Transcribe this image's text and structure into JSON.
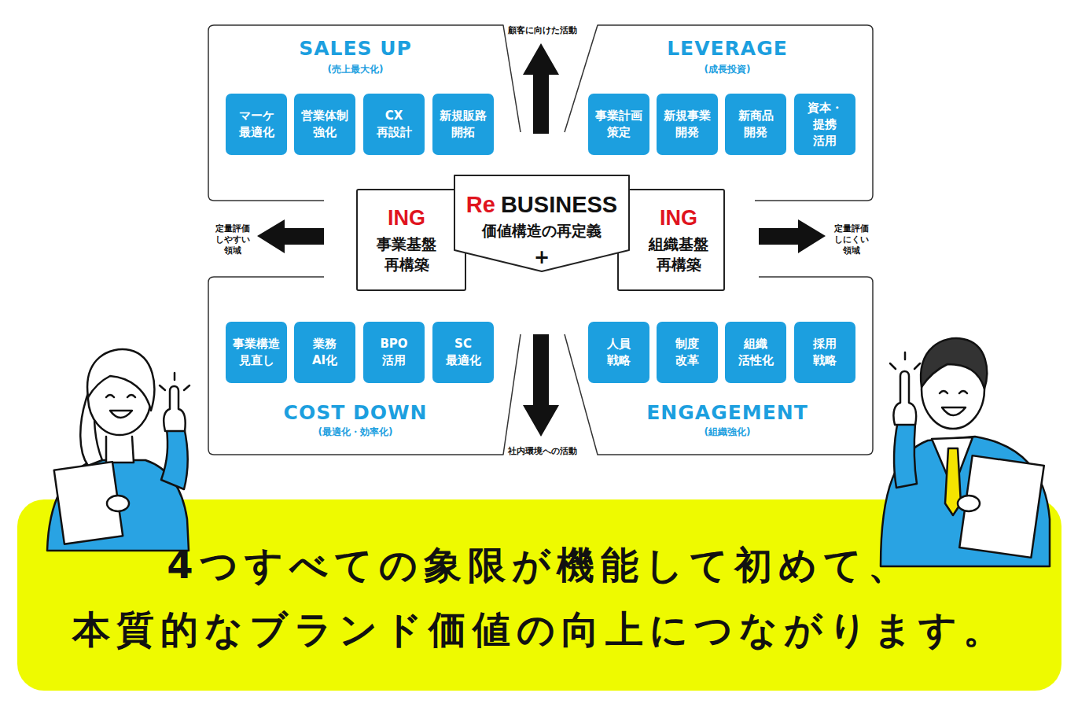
{
  "diagram": {
    "nodes": [
      {
        "text": [
          "SALES UP",
          "(売上最大化)"
        ]
      },
      {
        "text": [
          "マーケ 最適化"
        ],
        "in": 0
      },
      {
        "text": [
          "営業体制 強化"
        ],
        "in": 0
      },
      {
        "text": [
          "CX 再設計"
        ],
        "in": 0
      },
      {
        "text": [
          "新規販路 開拓"
        ],
        "in": 0
      },
      {
        "text": [
          "LEVERAGE",
          "(成長投資)"
        ]
      },
      {
        "text": [
          "事業計画 策定"
        ],
        "in": 5
      },
      {
        "text": [
          "新規事業 開発"
        ],
        "in": 5
      },
      {
        "text": [
          "新商品 開発"
        ],
        "in": 5
      },
      {
        "text": [
          "資本・提携 活用"
        ],
        "in": 5
      },
      {
        "text": [
          "ING",
          "事業基盤 再構築"
        ]
      },
      {
        "text": [
          "Re",
          "BUSINESS",
          "価値構造の再定義",
          "+"
        ]
      },
      {
        "text": [
          "ING",
          "組織基盤 再構築"
        ]
      },
      {
        "text": [
          "COST DOWN",
          "(最適化・効率化)"
        ]
      },
      {
        "text": [
          "事業構造 見直し"
        ],
        "in": 13
      },
      {
        "text": [
          "業務 AI化"
        ],
        "in": 13
      },
      {
        "text": [
          "BPO 活用"
        ],
        "in": 13
      },
      {
        "text": [
          "SC 最適化"
        ],
        "in": 13
      },
      {
        "text": [
          "ENGAGEMENT",
          "(組織強化)"
        ]
      },
      {
        "text": [
          "人員 戦略"
        ],
        "in": 18
      },
      {
        "text": [
          "制度 改革"
        ],
        "in": 18
      },
      {
        "text": [
          "組織 活性化"
        ],
        "in": 18
      },
      {
        "text": [
          "採用 戦略"
        ],
        "in": 18
      },
      {
        "text": [
          "4つすべての象限が機能して初めて、 本質的なブランド価値の向上につながります。"
        ]
      }
    ],
    "labels": [
      "顧客に向けた活動",
      "社内環境への活動",
      "定量評価 しやすい 領域",
      "定量評価 しにくい 領域"
    ]
  }
}
